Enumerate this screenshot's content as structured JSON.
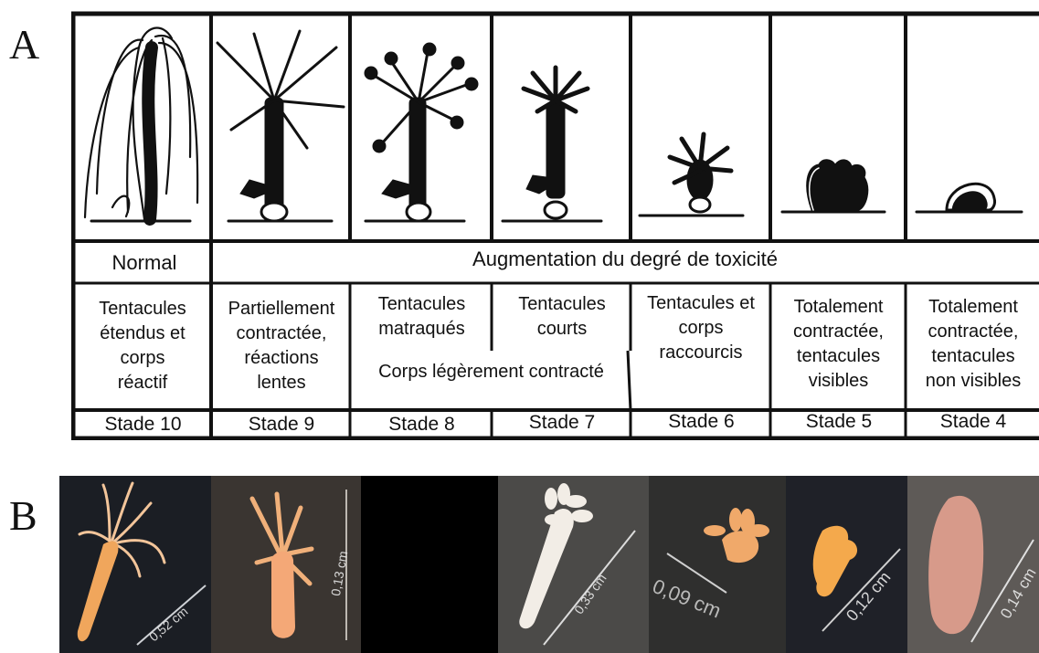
{
  "panel_a": {
    "label": "A",
    "normal_label": "Normal",
    "toxicity_label": "Augmentation du degré de toxicité",
    "descriptions": [
      [
        "Tentacules",
        "étendus et",
        "corps",
        "réactif"
      ],
      [
        "Partiellement",
        "contractée,",
        "réactions",
        "lentes"
      ],
      [
        "Tentacules",
        "matraqués"
      ],
      [
        "Tentacules",
        "courts"
      ],
      [
        "Tentacules et",
        "corps",
        "raccourcis"
      ],
      [
        "Totalement",
        "contractée,",
        "tentacules",
        "visibles"
      ],
      [
        "Totalement",
        "contractée,",
        "tentacules",
        "non visibles"
      ]
    ],
    "shared_description": "Corps légèrement contracté",
    "stages": [
      "Stade 10",
      "Stade 9",
      "Stade 8",
      "Stade 7",
      "Stade 6",
      "Stade 5",
      "Stade 4"
    ]
  },
  "panel_b": {
    "label": "B",
    "measurements": [
      "0,52 cm",
      "0,13 cm",
      "0,33 cm",
      "0,09 cm",
      "0,12 cm",
      "0,14 cm"
    ]
  }
}
